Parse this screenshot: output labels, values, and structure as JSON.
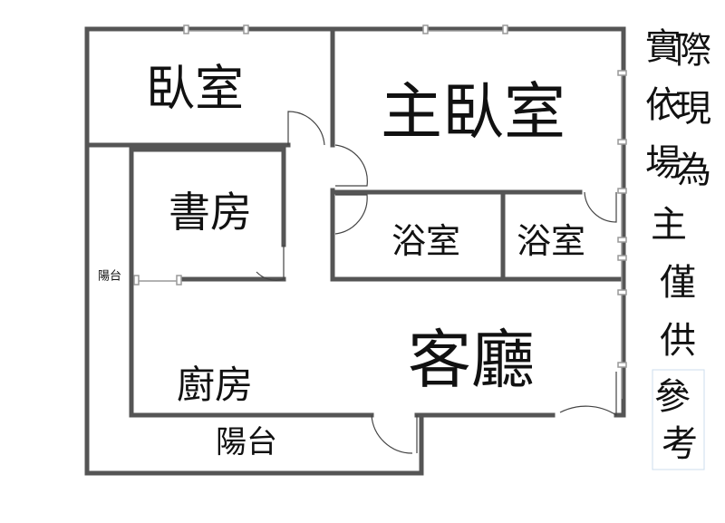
{
  "rooms": {
    "bedroom": "臥室",
    "master_bedroom": "主臥室",
    "study": "書房",
    "bathroom_1": "浴室",
    "bathroom_2": "浴室",
    "balcony_side": "陽台",
    "living_room": "客廳",
    "kitchen": "廚房",
    "balcony_bottom": "陽台"
  },
  "note": {
    "chars": [
      "實",
      "際",
      "依",
      "現",
      "場",
      "為",
      "主",
      "僅",
      "供",
      "參",
      "考"
    ]
  },
  "colors": {
    "wall": "#555555",
    "window": "#999999"
  }
}
